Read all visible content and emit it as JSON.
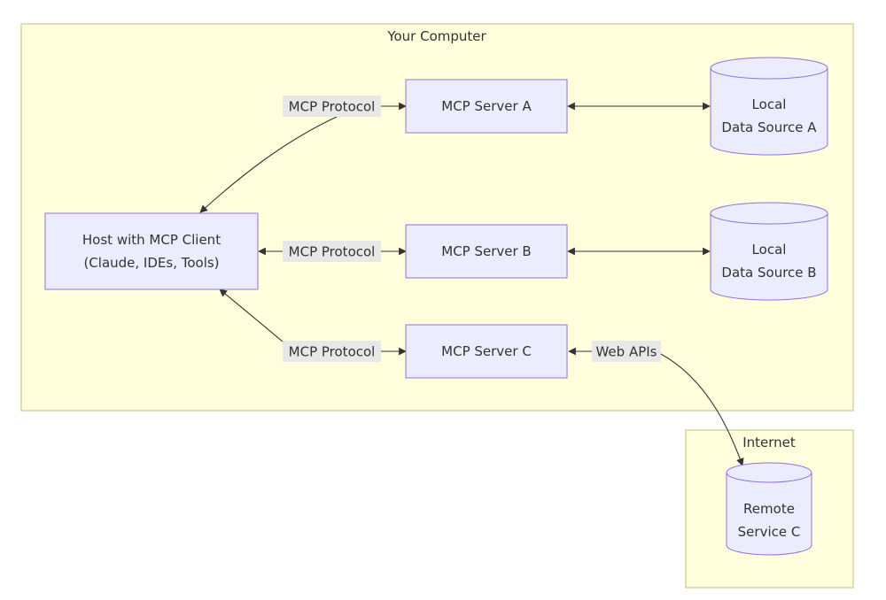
{
  "clusters": {
    "computer": "Your Computer",
    "internet": "Internet"
  },
  "nodes": {
    "host": {
      "line1": "Host with MCP Client",
      "line2": "(Claude, IDEs, Tools)"
    },
    "server_a": "MCP Server A",
    "server_b": "MCP Server B",
    "server_c": "MCP Server C",
    "data_a": {
      "line1": "Local",
      "line2": "Data Source A"
    },
    "data_b": {
      "line1": "Local",
      "line2": "Data Source B"
    },
    "remote_c": {
      "line1": "Remote",
      "line2": "Service C"
    }
  },
  "edges": {
    "host_a": "MCP Protocol",
    "host_b": "MCP Protocol",
    "host_c": "MCP Protocol",
    "c_remote": "Web APIs"
  },
  "colors": {
    "cluster_fill": "#ffffde",
    "cluster_stroke": "#c8c88a",
    "node_fill": "#ececff",
    "node_stroke": "#9370db",
    "edge": "#333333"
  }
}
